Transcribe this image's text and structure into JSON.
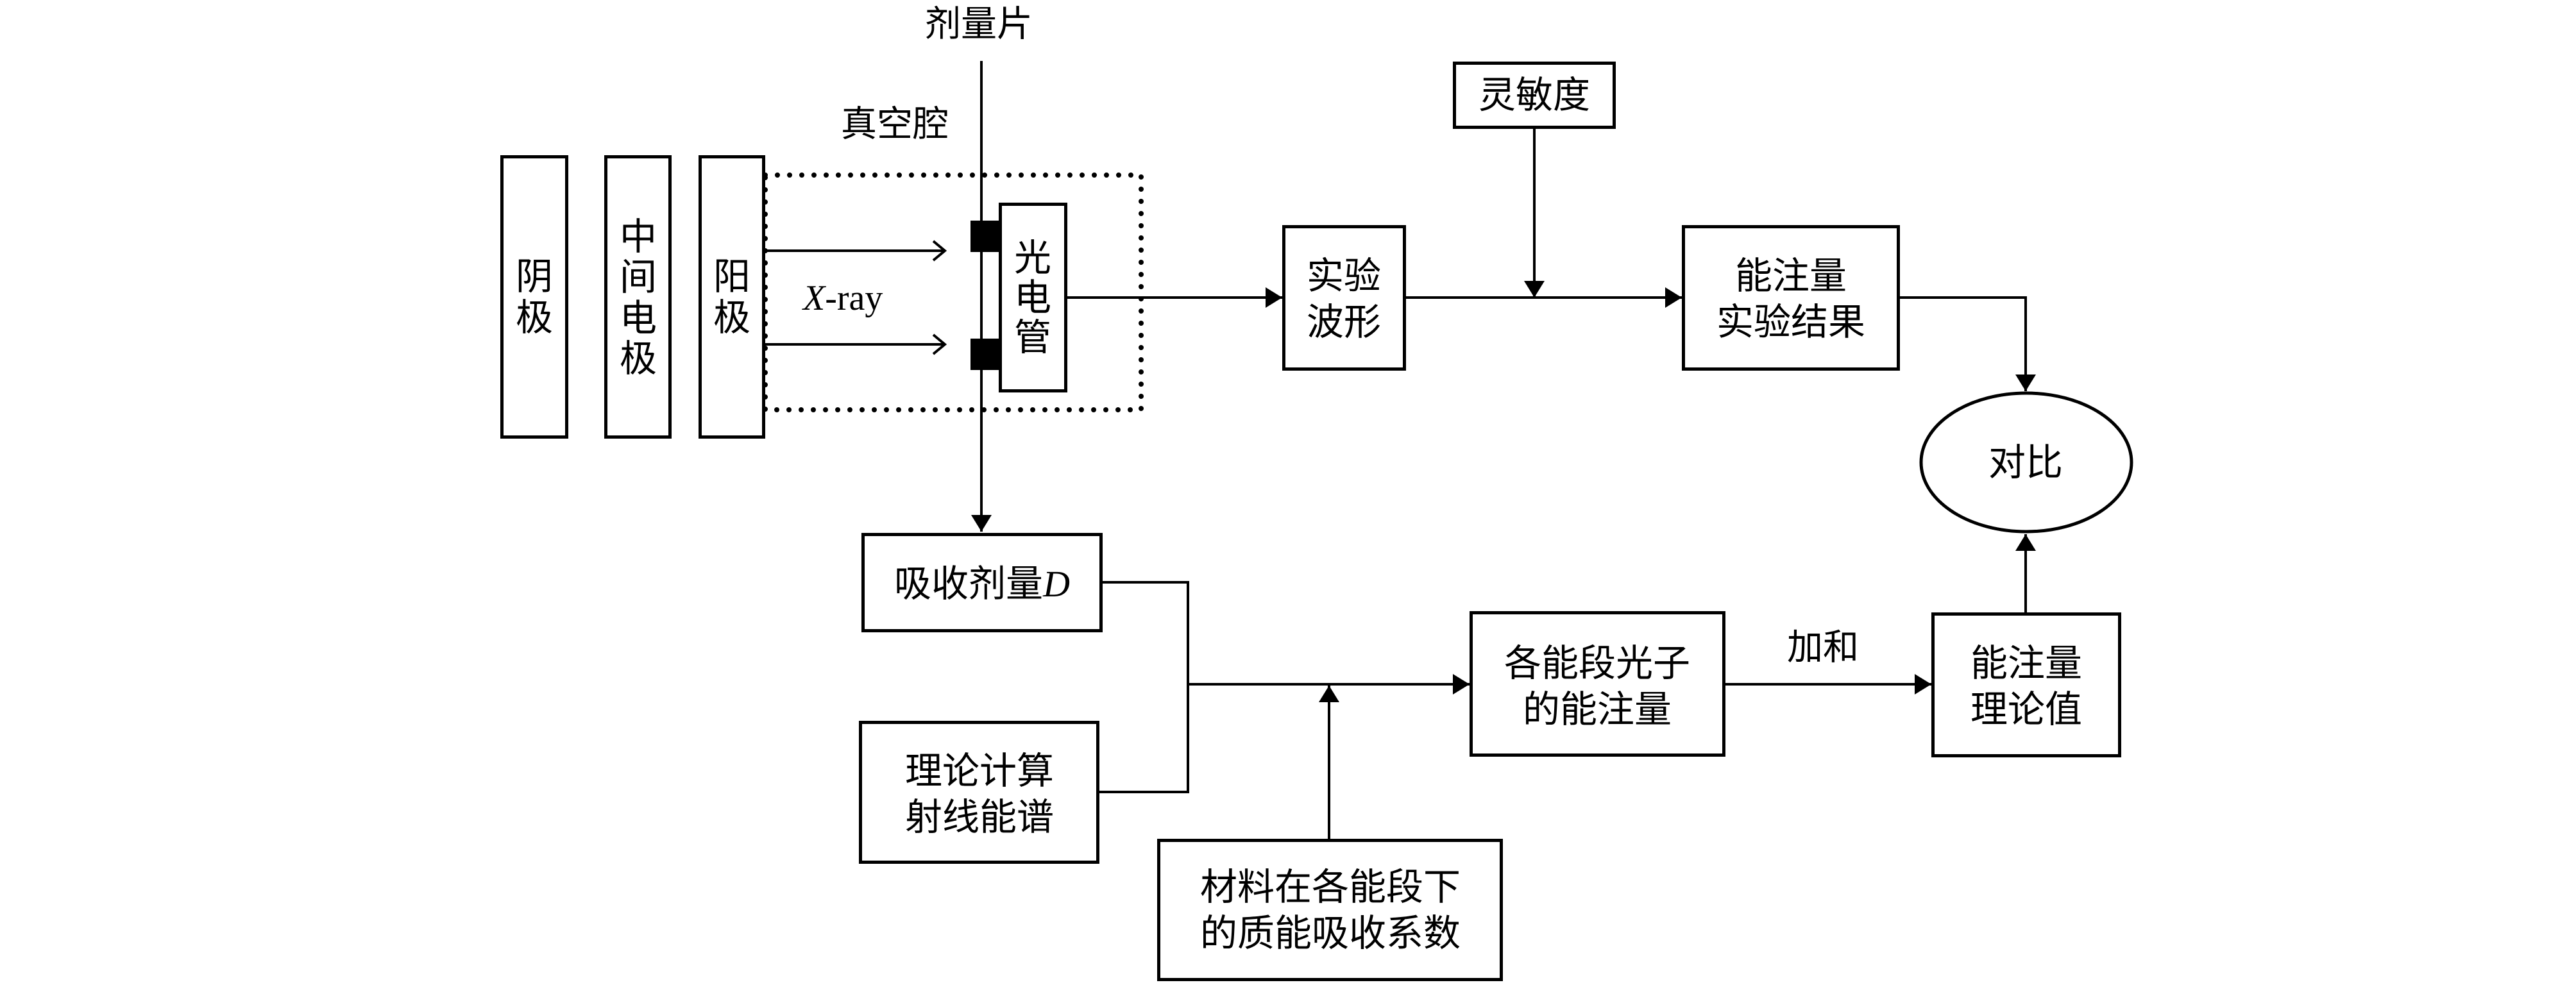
{
  "colors": {
    "background": "#ffffff",
    "ink": "#000000"
  },
  "labels": {
    "dosimeter": "剂量片",
    "vacuum_chamber": "真空腔",
    "xray": {
      "italic": "X",
      "text": "-ray"
    },
    "sum": "加和"
  },
  "nodes": {
    "cathode": {
      "lines": [
        "阴",
        "极"
      ]
    },
    "intermediate_electrode": {
      "lines": [
        "中",
        "间",
        "电",
        "极"
      ]
    },
    "anode": {
      "lines": [
        "阳",
        "极"
      ]
    },
    "phototube": {
      "lines": [
        "光",
        "电",
        "管"
      ]
    },
    "experimental_waveform": {
      "lines": [
        "实验",
        "波形"
      ]
    },
    "sensitivity": {
      "lines": [
        "灵敏度"
      ]
    },
    "fluence_experimental": {
      "lines": [
        "能注量",
        "实验结果"
      ]
    },
    "comparison": {
      "lines": [
        "对比"
      ]
    },
    "fluence_theoretical": {
      "lines": [
        "能注量",
        "理论值"
      ]
    },
    "absorbed_dose": {
      "text": "吸收剂量",
      "italic": "D"
    },
    "theoretical_spectrum": {
      "lines": [
        "理论计算",
        "射线能谱"
      ]
    },
    "mass_absorption_coefficient": {
      "lines": [
        "材料在各能段下",
        "的质能吸收系数"
      ]
    },
    "band_photon_fluence": {
      "lines": [
        "各能段光子",
        "的能注量"
      ]
    }
  },
  "edges": [
    {
      "from": "dosimeter",
      "to": "absorbed_dose"
    },
    {
      "from": "anode",
      "to": "phototube",
      "via": "xray"
    },
    {
      "from": "phototube",
      "to": "experimental_waveform"
    },
    {
      "from": "experimental_waveform",
      "to": "fluence_experimental"
    },
    {
      "from": "sensitivity",
      "to": "fluence_experimental"
    },
    {
      "from": "fluence_experimental",
      "to": "comparison"
    },
    {
      "from": "absorbed_dose",
      "to": "band_photon_fluence"
    },
    {
      "from": "theoretical_spectrum",
      "to": "band_photon_fluence"
    },
    {
      "from": "mass_absorption_coefficient",
      "to": "band_photon_fluence"
    },
    {
      "from": "band_photon_fluence",
      "to": "fluence_theoretical",
      "via": "sum"
    },
    {
      "from": "fluence_theoretical",
      "to": "comparison"
    }
  ]
}
